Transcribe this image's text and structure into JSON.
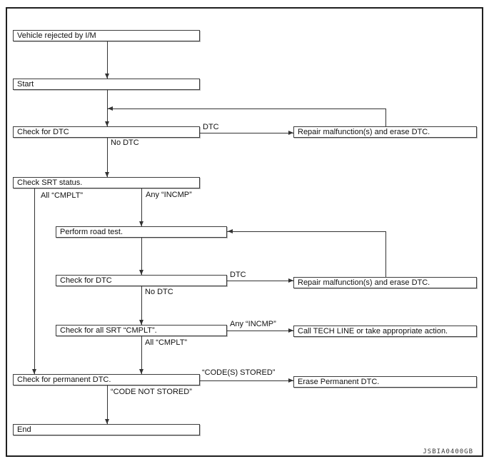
{
  "diagram": {
    "title_hidden": "",
    "watermark": "JSBIA0400GB",
    "colors": {
      "line": "#333333",
      "box_border": "#3d3d3d",
      "text": "#111111",
      "background": "#ffffff"
    },
    "nodes": {
      "vehicle_rejected": "Vehicle rejected by I/M",
      "start": "Start",
      "check_dtc_1": "Check for DTC",
      "check_srt": "Check SRT status.",
      "road_test": "Perform road test.",
      "check_dtc_2": "Check for DTC",
      "check_all_srt": "Check for all SRT “CMPLT”.",
      "check_permanent": "Check for permanent DTC.",
      "end": "End",
      "repair_1": "Repair malfunction(s) and erase DTC.",
      "repair_2": "Repair malfunction(s) and erase DTC.",
      "call_tech": "Call TECH LINE or take appropriate action.",
      "erase_permanent": "Erase Permanent DTC."
    },
    "labels": {
      "dtc_1": "DTC",
      "no_dtc_1": "No DTC",
      "all_cmplt_1": "All “CMPLT”",
      "any_incmp_1": "Any “INCMP”",
      "dtc_2": "DTC",
      "no_dtc_2": "No DTC",
      "any_incmp_2": "Any “INCMP”",
      "all_cmplt_2": "All “CMPLT”",
      "codes_stored": "“CODE(S) STORED”",
      "code_not_stored": "“CODE NOT STORED”"
    }
  }
}
